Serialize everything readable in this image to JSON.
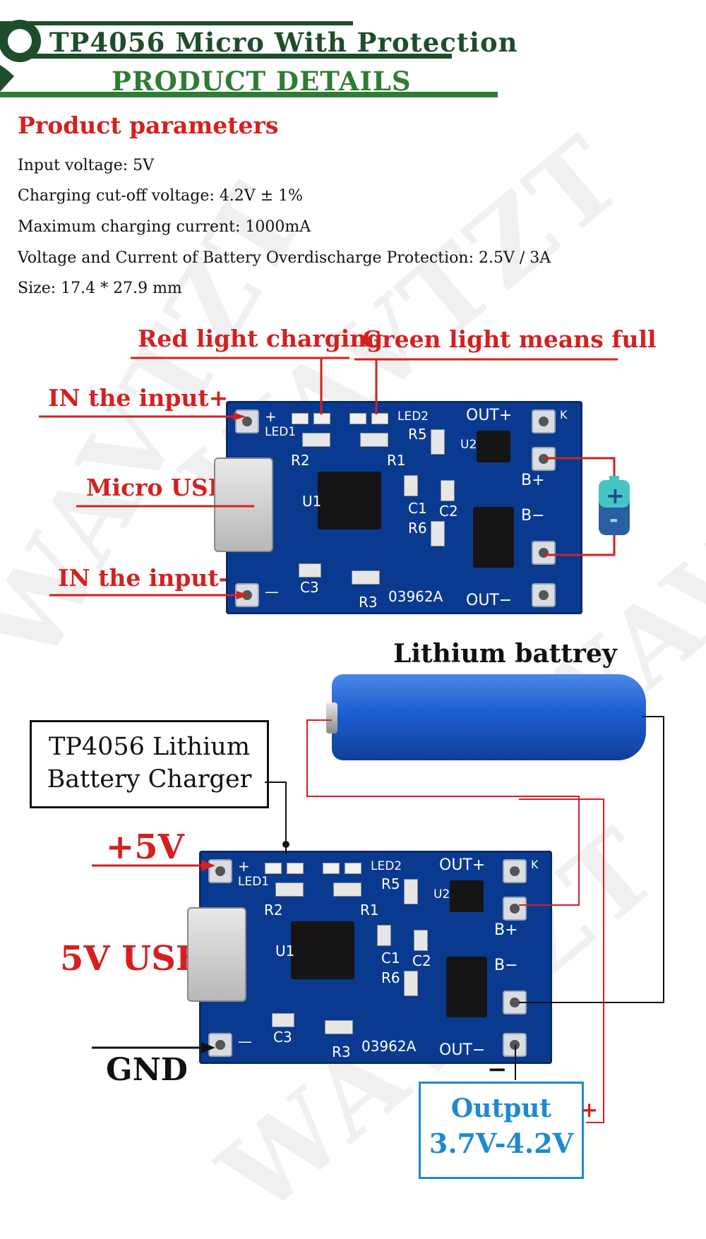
{
  "header": {
    "title": "TP4056 Micro With Protection",
    "subtitle": "PRODUCT DETAILS"
  },
  "watermark": "WAVTZT",
  "parameters": {
    "heading": "Product parameters",
    "items": [
      "Input voltage: 5V",
      "Charging cut-off voltage: 4.2V ± 1%",
      "Maximum charging current: 1000mA",
      "Voltage and Current of Battery Overdischarge Protection: 2.5V / 3A",
      "Size: 17.4 * 27.9 mm"
    ]
  },
  "diagram1": {
    "red_light": "Red light charging",
    "green_light": "Green light means full",
    "input_plus": "IN the input+",
    "micro_usb": "Micro USB",
    "input_minus": "IN the input-",
    "battery_plus": "+",
    "battery_minus": "-"
  },
  "pcb_silk": {
    "plus": "+",
    "led1": "LED1",
    "led2": "LED2",
    "out_plus": "OUT+",
    "out_minus": "OUT−",
    "b_plus": "B+",
    "b_minus": "B−",
    "r1": "R1",
    "r2": "R2",
    "r3": "R3",
    "r5": "R5",
    "r6": "R6",
    "c1": "C1",
    "c2": "C2",
    "c3": "C3",
    "u1": "U1",
    "u2": "U2",
    "code": "03962A",
    "k": "K",
    "minus": "—"
  },
  "diagram2": {
    "battery_label": "Lithium battrey",
    "charger_label_line1": "TP4056 Lithium",
    "charger_label_line2": "Battery Charger",
    "plus5v": "+5V",
    "usb5v": "5V USB",
    "gnd": "GND",
    "output_line1": "Output",
    "output_line2": "3.7V-4.2V",
    "output_plus": "+",
    "output_minus": "−"
  },
  "colors": {
    "header_dark_green": "#1e4d2b",
    "header_green": "#2e7d32",
    "accent_red": "#d42020",
    "pcb_blue": "#0a3a8f",
    "output_blue": "#1d8ad0"
  }
}
